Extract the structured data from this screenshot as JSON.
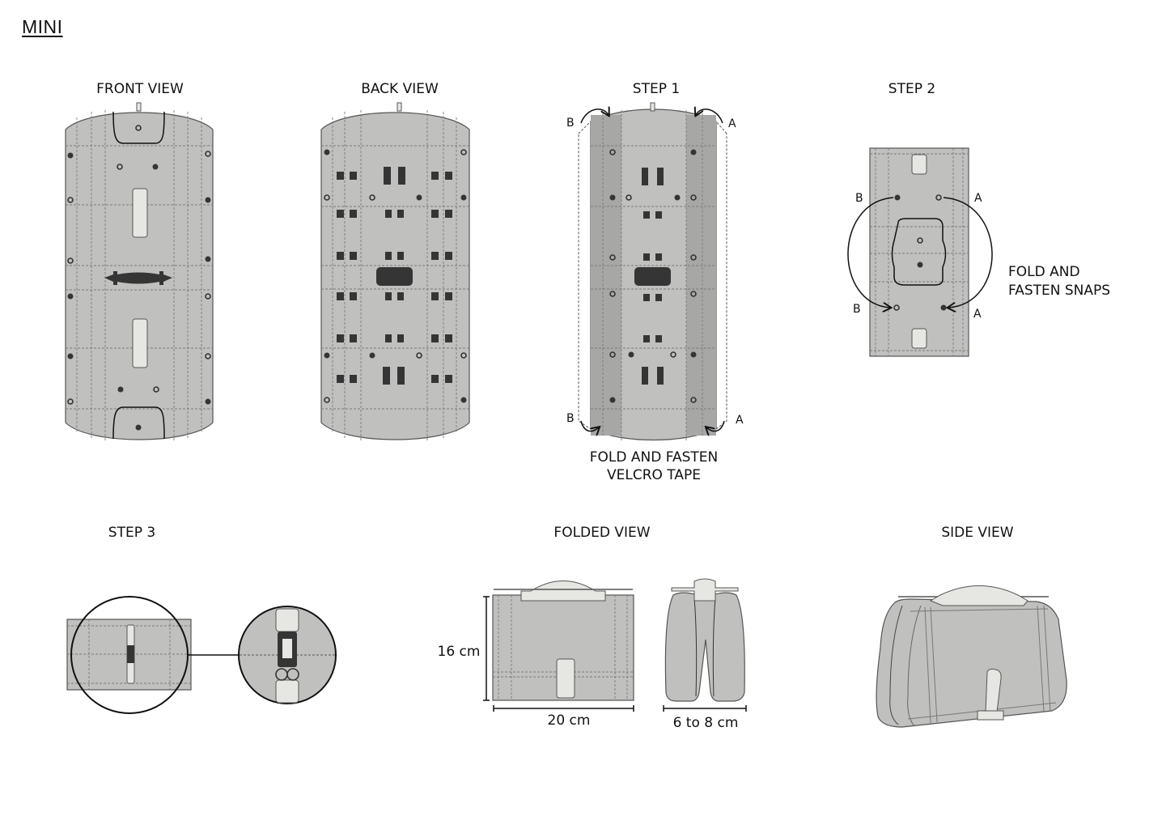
{
  "title": "MINI",
  "views": {
    "front": "FRONT VIEW",
    "back": "BACK VIEW",
    "step1": "STEP 1",
    "step2": "STEP 2",
    "step3": "STEP 3",
    "folded": "FOLDED VIEW",
    "side": "SIDE VIEW"
  },
  "step1": {
    "caption_line1": "FOLD AND FASTEN",
    "caption_line2": "VELCRO TAPE",
    "markers": {
      "a": "A",
      "b": "B"
    }
  },
  "step2": {
    "caption_line1": "FOLD AND",
    "caption_line2": "FASTEN SNAPS",
    "markers": {
      "a": "A",
      "b": "B"
    }
  },
  "dimensions": {
    "height": "16 cm",
    "width": "20 cm",
    "depth": "6 to 8 cm"
  }
}
